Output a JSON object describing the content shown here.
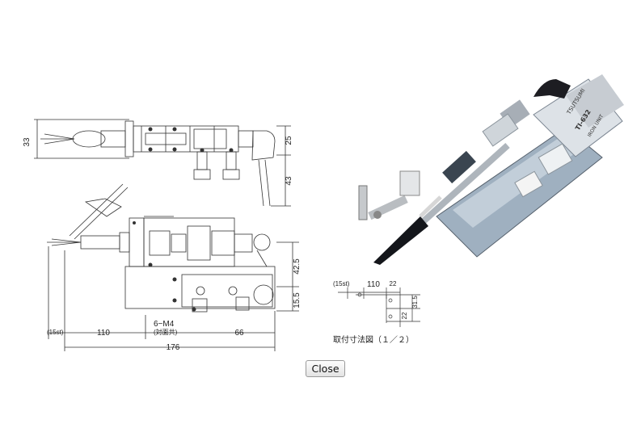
{
  "drawing": {
    "dimensions": {
      "d33": "33",
      "d25": "25",
      "d43": "43",
      "d42_5": "42.5",
      "d15_5": "15.5",
      "d6m4": "6−M4",
      "d_taimen": "(対面共)",
      "d15st": "(15st)",
      "d110": "110",
      "d66": "66",
      "d176": "176"
    },
    "small": {
      "d15st": "(15st)",
      "d110": "110",
      "d22": "22",
      "d31_5": "31.5",
      "d22v": "22",
      "caption": "取付寸法図（１／２）"
    }
  },
  "product": {
    "label_brand": "TSUTSUMI",
    "label_model": "TI-632",
    "label_unit": "IRON UNIT"
  },
  "dialog": {
    "close_label": "Close"
  }
}
